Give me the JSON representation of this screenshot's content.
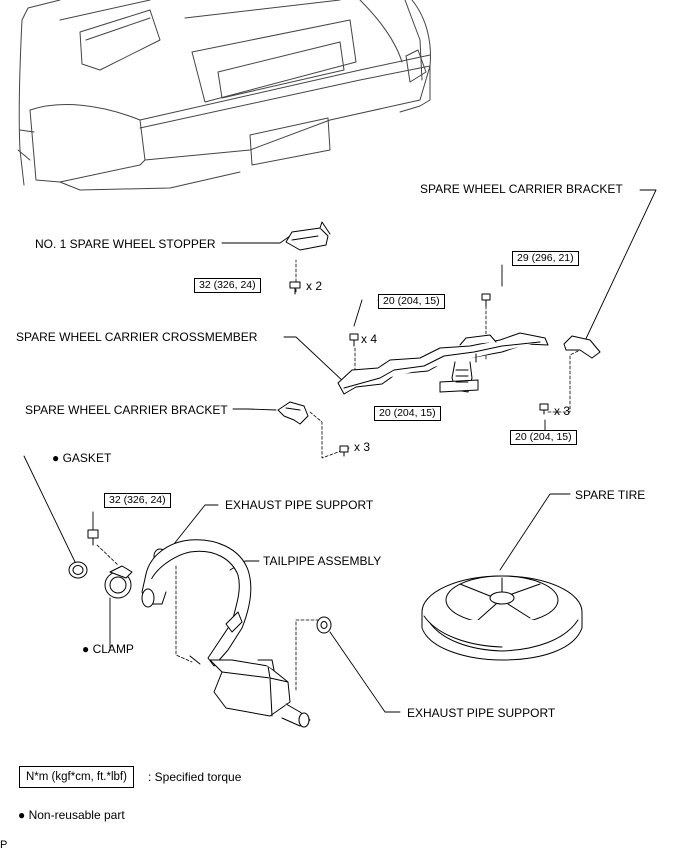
{
  "labels": {
    "spare_wheel_carrier_bracket_right": "SPARE WHEEL CARRIER BRACKET",
    "no1_spare_wheel_stopper": "NO. 1 SPARE WHEEL STOPPER",
    "spare_wheel_carrier_crossmember": "SPARE WHEEL CARRIER CROSSMEMBER",
    "spare_wheel_carrier_bracket_left": "SPARE WHEEL CARRIER BRACKET",
    "gasket": "GASKET",
    "exhaust_pipe_support_upper": "EXHAUST PIPE SUPPORT",
    "tailpipe_assembly": "TAILPIPE ASSEMBLY",
    "spare_tire": "SPARE TIRE",
    "clamp": "CLAMP",
    "exhaust_pipe_support_lower": "EXHAUST PIPE SUPPORT"
  },
  "torque": {
    "stopper_bolt": "32 (326, 24)",
    "crossmember_center": "29 (296, 21)",
    "crossmember_left": "20 (204, 15)",
    "bracket_left": "20 (204, 15)",
    "bracket_right": "20 (204, 15)",
    "clamp_bolt": "32 (326, 24)"
  },
  "quantities": {
    "stopper_bolt": "x 2",
    "crossmember_left": "x 4",
    "bracket_left": "x 3",
    "bracket_right": "x 3"
  },
  "bullet": "●",
  "legend": {
    "torque_unit": "N*m (kgf*cm, ft.*lbf)",
    "torque_desc": ": Specified torque",
    "non_reusable": "Non-reusable part"
  },
  "corner_mark": "P"
}
